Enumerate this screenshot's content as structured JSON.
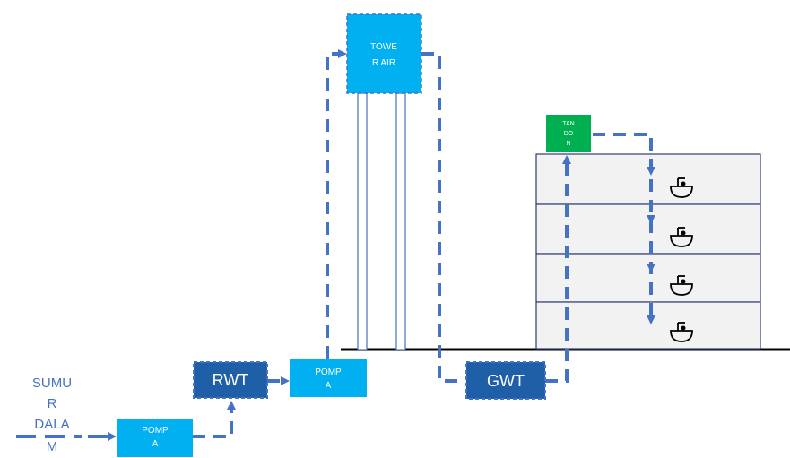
{
  "colors": {
    "pipe": "#4472c4",
    "light_box": "#00b0f0",
    "dark_box": "#1f5fa8",
    "green_box": "#00b050",
    "floor_fill": "#f2f2f2",
    "floor_stroke": "#2f3f6f",
    "ground": "#000000"
  },
  "source": {
    "label_lines": [
      "SUMU",
      "R",
      "DALA",
      "M"
    ]
  },
  "pump1": {
    "label_lines": [
      "POMP",
      "A"
    ]
  },
  "rwt": {
    "label": "RWT"
  },
  "pump2": {
    "label_lines": [
      "POMP",
      "A"
    ]
  },
  "tower": {
    "label_lines": [
      "TOWE",
      "R AIR"
    ]
  },
  "gwt": {
    "label": "GWT"
  },
  "tandon": {
    "label_lines": [
      "TAN",
      "DO",
      "N"
    ]
  },
  "building": {
    "floors": [
      {
        "icon": "sink-icon"
      },
      {
        "icon": "sink-icon"
      },
      {
        "icon": "sink-icon"
      },
      {
        "icon": "sink-icon"
      }
    ]
  }
}
